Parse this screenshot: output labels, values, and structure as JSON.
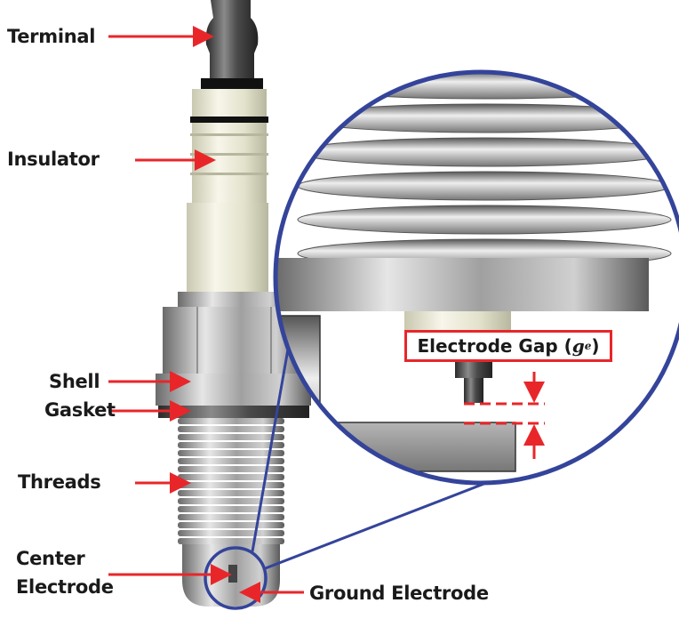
{
  "labels": {
    "terminal": "Terminal",
    "insulator": "Insulator",
    "shell": "Shell",
    "gasket": "Gasket",
    "threads": "Threads",
    "center_line1": "Center",
    "center_line2": "Electrode",
    "ground_electrode": "Ground Electrode"
  },
  "gap_label": {
    "prefix": "Electrode Gap (",
    "symbol": "g",
    "subscript": "e",
    "suffix": ")"
  },
  "colors": {
    "arrow": "#e8262a",
    "magnifier": "#34449a",
    "insulator": "#ecebd9",
    "metal": "#9a9a9a"
  }
}
